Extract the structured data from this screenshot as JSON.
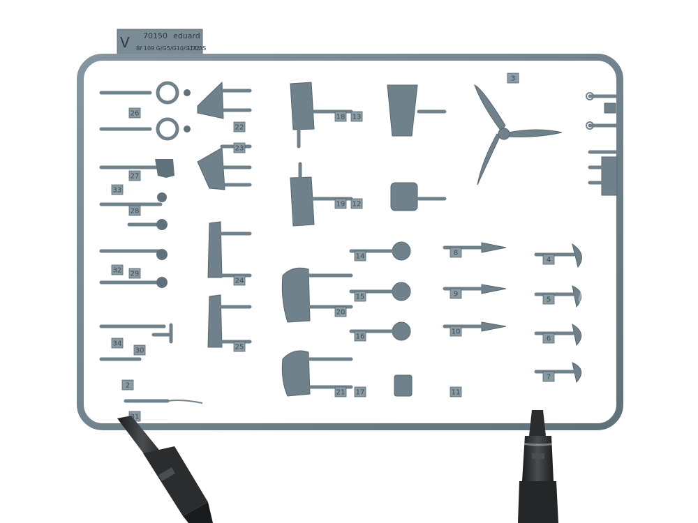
{
  "sprue": {
    "letter": "V",
    "kit_number": "70150",
    "brand": "eduard",
    "model_line": "Bf 109 G/G5/G10/G14/AS",
    "scale": "1/72"
  },
  "part_numbers": [
    "2",
    "3",
    "4",
    "5",
    "6",
    "7",
    "8",
    "9",
    "10",
    "11",
    "12",
    "13",
    "14",
    "15",
    "16",
    "17",
    "18",
    "19",
    "20",
    "21",
    "22",
    "23",
    "24",
    "25",
    "26",
    "27",
    "28",
    "29",
    "30",
    "31",
    "32",
    "33",
    "34"
  ],
  "colors": {
    "plastic": "#6f818b",
    "plastic_dark": "#55666f",
    "plastic_light": "#8a9ba4",
    "clamp": "#2a2c2e",
    "background": "#ffffff"
  }
}
